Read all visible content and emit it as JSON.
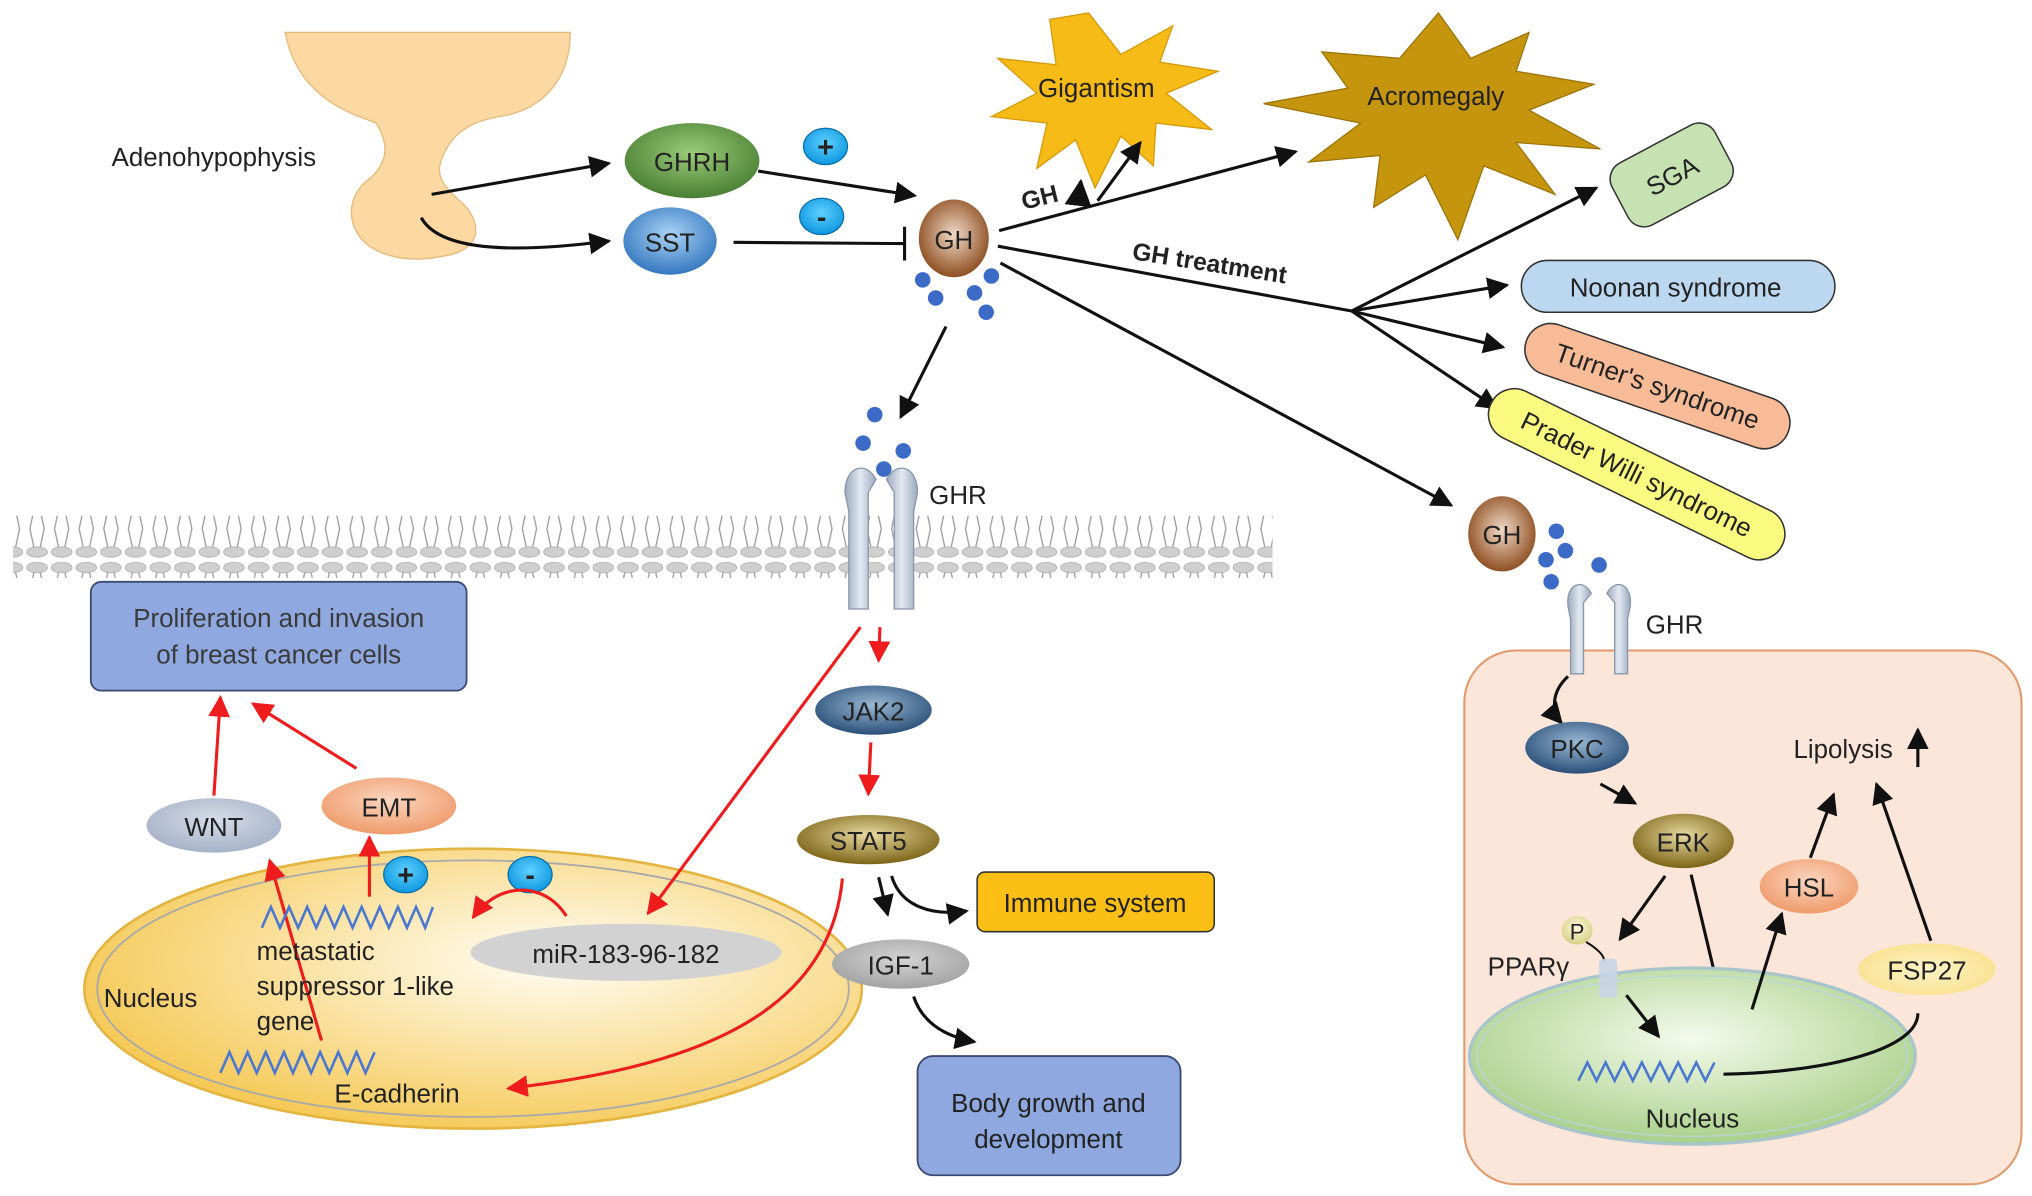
{
  "pituitary": {
    "label": "Adenohypophysis"
  },
  "hormones": {
    "ghrh": "GHRH",
    "sst": "SST",
    "gh": "GH",
    "plus": "+",
    "minus": "-"
  },
  "disorders": {
    "excess_label": "GH",
    "gigantism": "Gigantism",
    "acromegaly": "Acromegaly",
    "treatment_label": "GH treatment",
    "treatments": [
      "SGA",
      "Noonan syndrome",
      "Turner's syndrome",
      "Prader Willi syndrome"
    ]
  },
  "membrane": {
    "receptor": "GHR"
  },
  "cancer": {
    "outcome": [
      "Proliferation and invasion",
      "of breast cancer cells"
    ],
    "wnt": "WNT",
    "emt": "EMT",
    "plus": "+",
    "minus": "-",
    "nucleus": "Nucleus",
    "gene_lines": [
      "metastatic",
      "suppressor 1-like",
      "gene"
    ],
    "mirna": "miR-183-96-182",
    "ecadherin": "E-cadherin"
  },
  "signaling": {
    "jak2": "JAK2",
    "stat5": "STAT5",
    "igf1": "IGF-1",
    "immune": "Immune system",
    "growth": [
      "Body growth and",
      "development"
    ]
  },
  "adipocyte": {
    "gh": "GH",
    "receptor": "GHR",
    "pkc": "PKC",
    "erk": "ERK",
    "p": "P",
    "ppar": "PPARγ",
    "hsl": "HSL",
    "fsp27": "FSP27",
    "lipolysis": "Lipolysis",
    "nucleus": "Nucleus"
  },
  "colors": {
    "red_arrow": "#ee1c1c",
    "pituitary": "#fcd9a3",
    "ghrh": "#4f8a3a",
    "sst": "#3f86c8",
    "gh": "#9b5a2b",
    "gh_particle": "#3c6ac7",
    "gigantism": "#f6bb16",
    "acromegaly": "#c6950e",
    "sga": "#c6e2b3",
    "noonan": "#bcd8f0",
    "turner": "#f7bb98",
    "prader": "#fafa80",
    "outcome_box": "#8fa8df",
    "nucleus_cancer": "#f6d46a",
    "adipocyte": "#fce6da",
    "nucleus_adipo": "#c7e0a8",
    "immune": "#fbbf16"
  }
}
